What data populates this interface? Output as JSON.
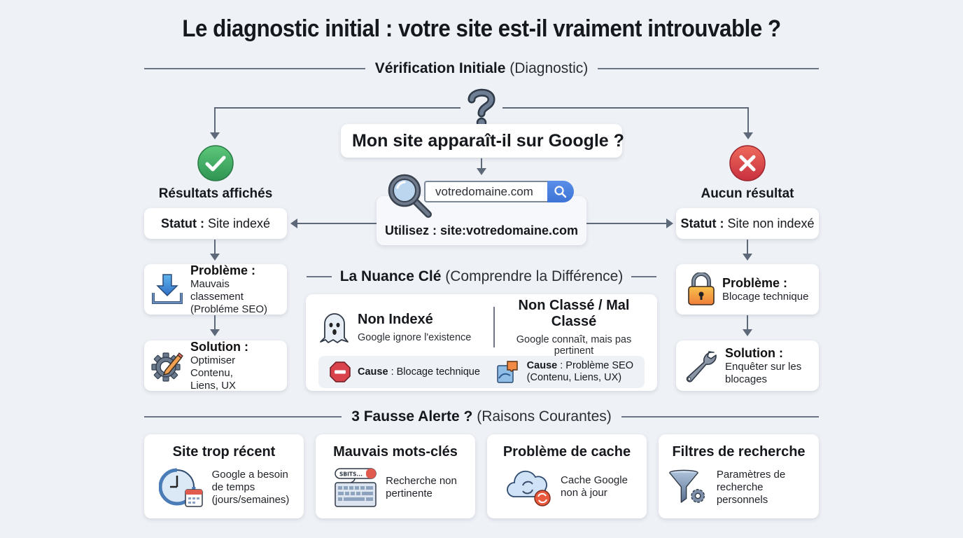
{
  "title": "Le diagnostic initial : votre site est-il vraiment introuvable ?",
  "section1": {
    "bold": "Vérification Initiale",
    "light": "(Diagnostic)"
  },
  "center": {
    "question": "Mon site apparaît-il sur Google ?",
    "search_value": "votredomaine.com",
    "instruction_bold": "Utilisez : site:votredomaine.com"
  },
  "left_branch": {
    "result_label": "Résultats affichés",
    "status_key": "Statut :",
    "status_value": "Site indexé",
    "problem_title": "Problème :",
    "problem_text_1": "Mauvais classement",
    "problem_text_2": "(Probléme SEO)",
    "solution_title": "Solution :",
    "solution_text_1": "Optimiser Contenu,",
    "solution_text_2": "Liens, UX"
  },
  "right_branch": {
    "result_label": "Aucun résultat",
    "status_key": "Statut :",
    "status_value": "Site non indexé",
    "problem_title": "Problème :",
    "problem_text_1": "Blocage technique",
    "solution_title": "Solution :",
    "solution_text_1": "Enquêter sur les",
    "solution_text_2": "blocages"
  },
  "nuance": {
    "heading_bold": "La Nuance Clé",
    "heading_light": "(Comprendre la Différence)",
    "col1_title": "Non Indexé",
    "col1_sub": "Google ignore l'existence",
    "col2_title": "Non Classé / Mal Classé",
    "col2_sub": "Google connaît, mais pas pertinent",
    "cause1_key": "Cause",
    "cause1_value": ": Blocage technique",
    "cause2_key": "Cause",
    "cause2_value_1": ": Problème SEO",
    "cause2_value_2": "(Contenu, Liens, UX)"
  },
  "section3": {
    "bold": "3 Fausse Alerte ?",
    "light": "(Raisons Courantes)"
  },
  "alerts": [
    {
      "title": "Site trop récent",
      "line1": "Google a besoin",
      "line2": "de temps",
      "line3": "(jours/semaines)",
      "icon": "clock-calendar-icon"
    },
    {
      "title": "Mauvais mots-clés",
      "line1": "Recherche non",
      "line2": "pertinente",
      "line3": "",
      "icon": "keyboard-search-icon",
      "keyboard_text": "SBITS..."
    },
    {
      "title": "Problème de cache",
      "line1": "Cache Google",
      "line2": "non à jour",
      "line3": "",
      "icon": "cloud-refresh-icon"
    },
    {
      "title": "Filtres de recherche",
      "line1": "Paramètres de",
      "line2": "recherche personnels",
      "line3": "",
      "icon": "filter-gear-icon"
    }
  ],
  "colors": {
    "background": "#eef1f6",
    "connector": "#5d6878",
    "success": "#3faa5e",
    "error": "#d9434b",
    "search_blue": "#3d74d6",
    "lock_orange": "#f2a03a"
  }
}
